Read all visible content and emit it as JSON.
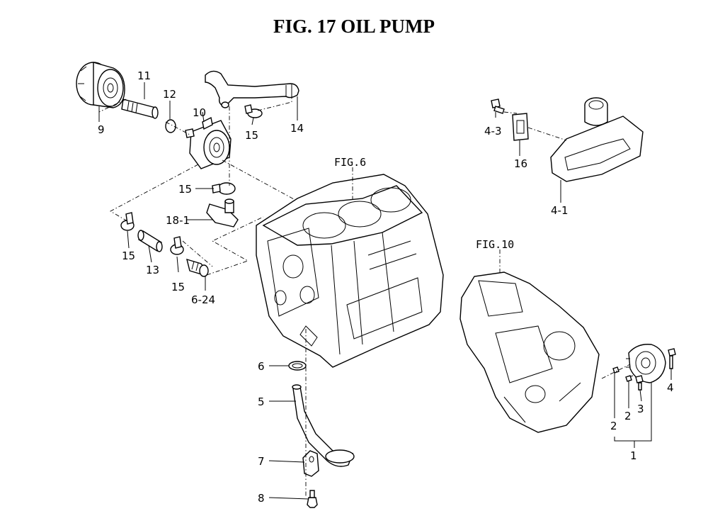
{
  "title": "FIG. 17  OIL PUMP",
  "references": {
    "fig6": "FIG.6",
    "fig10": "FIG.10"
  },
  "callouts": {
    "c9": "9",
    "c11": "11",
    "c12": "12",
    "c10": "10",
    "c15_top": "15",
    "c14": "14",
    "c15_mid": "15",
    "c18_1": "18-1",
    "c15_left": "15",
    "c13": "13",
    "c15_lower": "15",
    "c6_24": "6-24",
    "c4_3": "4-3",
    "c16": "16",
    "c4_1": "4-1",
    "c6": "6",
    "c5": "5",
    "c7": "7",
    "c8": "8",
    "c2_a": "2",
    "c2_b": "2",
    "c3": "3",
    "c4": "4",
    "c1": "1"
  }
}
